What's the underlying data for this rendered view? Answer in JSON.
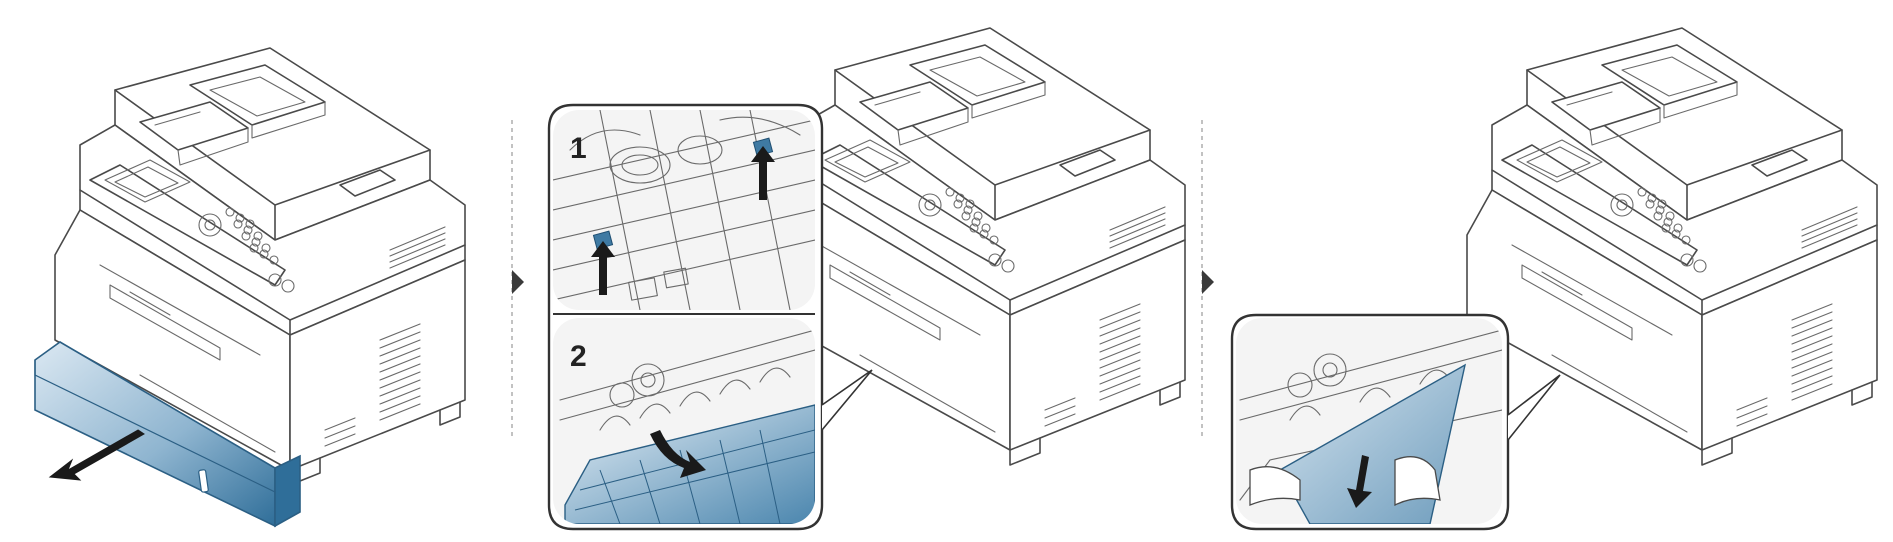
{
  "figure": {
    "panels": [
      {
        "id": "pull-out-tray"
      },
      {
        "id": "lift-levers-and-open-guide",
        "callout_steps": [
          "1",
          "2"
        ]
      },
      {
        "id": "remove-jammed-paper"
      }
    ]
  },
  "colors": {
    "line": "#4a4a4a",
    "highlight": "#3f7aa3",
    "highlight_light": "#b8d3e6",
    "separator": "#9a9a9a",
    "callout_bg": "#eeeeee"
  },
  "icons": [
    "pull-arrow-icon",
    "lift-arrow-icon",
    "rotate-arrow-icon",
    "down-arrow-icon",
    "step-separator-icon"
  ]
}
